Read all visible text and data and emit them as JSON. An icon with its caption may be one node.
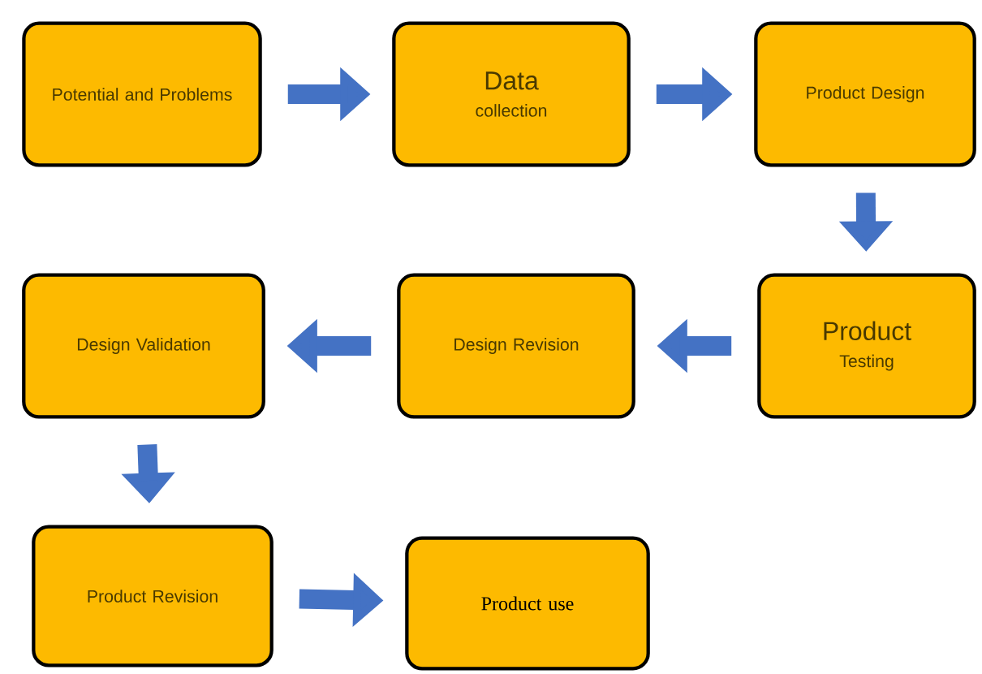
{
  "diagram": {
    "nodes": [
      {
        "text": [
          "Potential and Problems"
        ]
      },
      {
        "text": [
          "Data",
          "collection"
        ]
      },
      {
        "text": [
          "Product Design"
        ]
      },
      {
        "text": [
          "Product",
          "Testing"
        ]
      },
      {
        "text": [
          "Design Revision"
        ]
      },
      {
        "text": [
          "Design Validation"
        ]
      },
      {
        "text": [
          "Product Revision"
        ]
      },
      {
        "text": [
          "Product use"
        ]
      }
    ],
    "edges": [
      {
        "from": 0,
        "to": 1,
        "arrow": "to"
      },
      {
        "from": 1,
        "to": 2,
        "arrow": "to"
      },
      {
        "from": 2,
        "to": 3,
        "arrow": "to"
      },
      {
        "from": 3,
        "to": 4,
        "arrow": "to"
      },
      {
        "from": 4,
        "to": 5,
        "arrow": "to"
      },
      {
        "from": 5,
        "to": 6,
        "arrow": "to"
      },
      {
        "from": 6,
        "to": 7,
        "arrow": "to"
      }
    ]
  }
}
